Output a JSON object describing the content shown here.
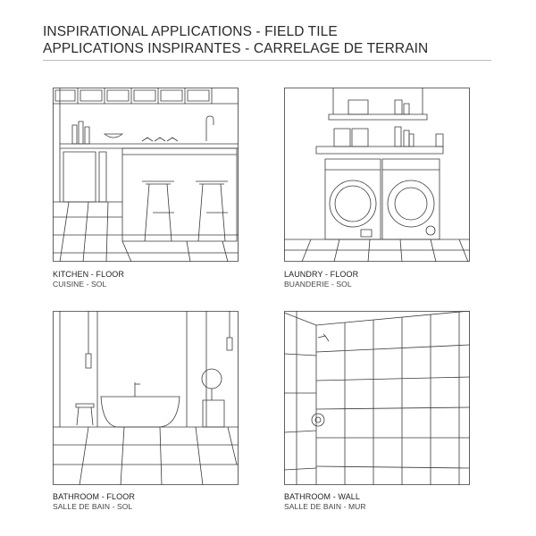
{
  "header": {
    "title_en": "INSPIRATIONAL APPLICATIONS - FIELD TILE",
    "title_fr": "APPLICATIONS INSPIRANTES - CARRELAGE DE TERRAIN"
  },
  "panels": [
    {
      "caption_en": "KITCHEN - FLOOR",
      "caption_fr": "CUISINE - SOL"
    },
    {
      "caption_en": "LAUNDRY - FLOOR",
      "caption_fr": "BUANDERIE - SOL"
    },
    {
      "caption_en": "BATHROOM - FLOOR",
      "caption_fr": "SALLE DE BAIN - SOL"
    },
    {
      "caption_en": "BATHROOM - WALL",
      "caption_fr": "SALLE DE BAIN - MUR"
    }
  ],
  "colors": {
    "line": "#3a3a3a",
    "rule": "#bdbdbd",
    "text": "#222222"
  }
}
